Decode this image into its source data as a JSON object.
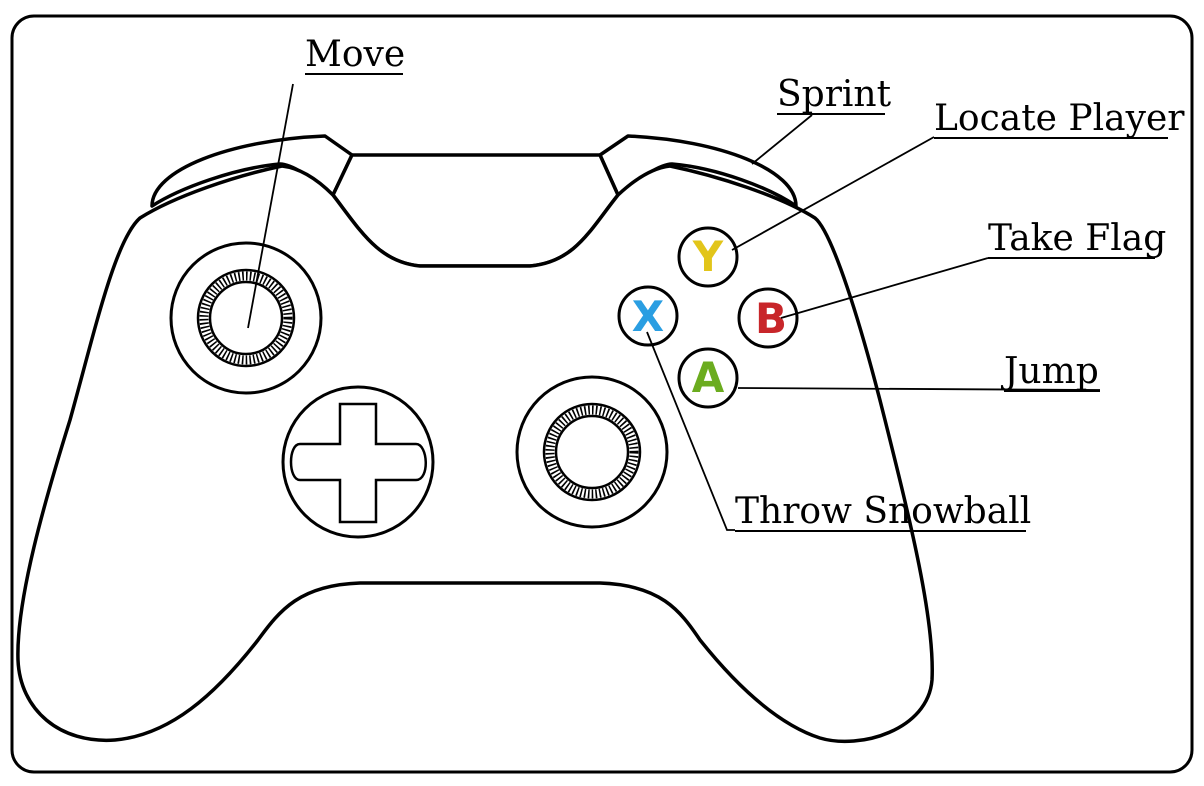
{
  "labels": {
    "move": "Move",
    "sprint": "Sprint",
    "locate_player": "Locate Player",
    "take_flag": "Take Flag",
    "jump": "Jump",
    "throw_snowball": "Throw Snowball"
  },
  "face_buttons": {
    "y": {
      "letter": "Y",
      "color": "#e2c51a"
    },
    "x": {
      "letter": "X",
      "color": "#2a9ee2"
    },
    "b": {
      "letter": "B",
      "color": "#c8262a"
    },
    "a": {
      "letter": "A",
      "color": "#6bac1f"
    }
  },
  "style": {
    "line_color": "#000000",
    "background": "#ffffff"
  }
}
